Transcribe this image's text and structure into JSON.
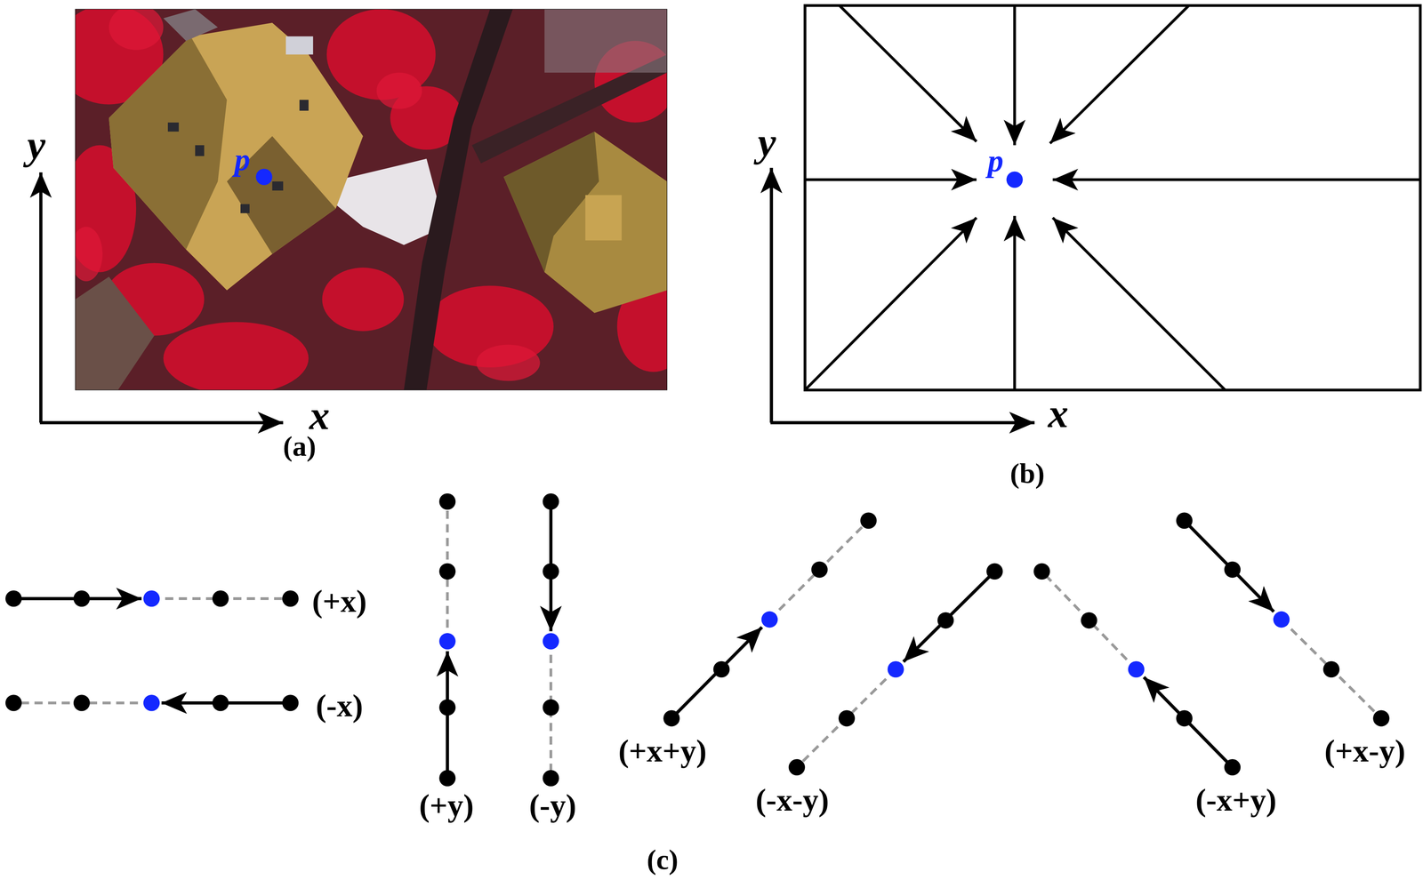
{
  "diagram": {
    "labels": [
      "y",
      "x",
      "p",
      "(a)",
      "y",
      "x",
      "p",
      "(b)",
      "(+x)",
      "(-x)",
      "(+y)",
      "(-y)",
      "(+x+y)",
      "(-x-y)",
      "(-x+y)",
      "(+x-y)",
      "(c)"
    ]
  }
}
